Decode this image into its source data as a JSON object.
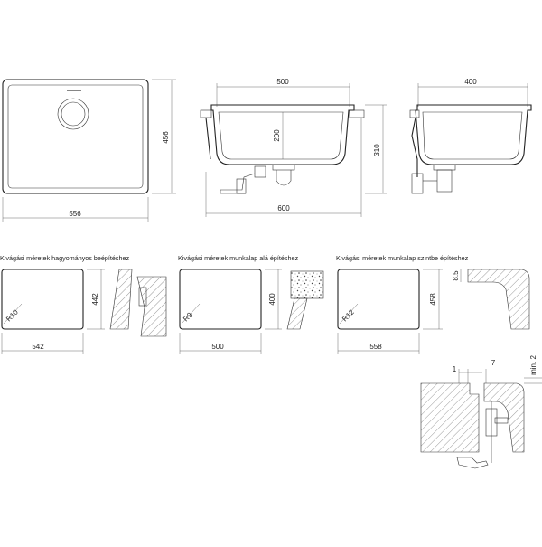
{
  "diagram": {
    "top_view": {
      "width": "556",
      "depth": "456"
    },
    "front_view": {
      "inner_width": "500",
      "depth": "200",
      "overall_width": "600",
      "height": "310"
    },
    "side_view": {
      "width": "400"
    },
    "cutouts": [
      {
        "caption": "Kivágási méretek hagyományos beépítéshez",
        "width": "542",
        "depth": "442",
        "radius": "R10"
      },
      {
        "caption": "Kivágási méretek munkalap alá építéshez",
        "width": "500",
        "depth": "400",
        "radius": "R9"
      },
      {
        "caption": "Kivágási méretek munkalap szintbe építéshez",
        "width": "558",
        "depth": "458",
        "radius": "R12",
        "rebate": "8.5"
      }
    ],
    "detail": {
      "gap": "1",
      "offset": "7",
      "min_label": "min. 2"
    }
  }
}
